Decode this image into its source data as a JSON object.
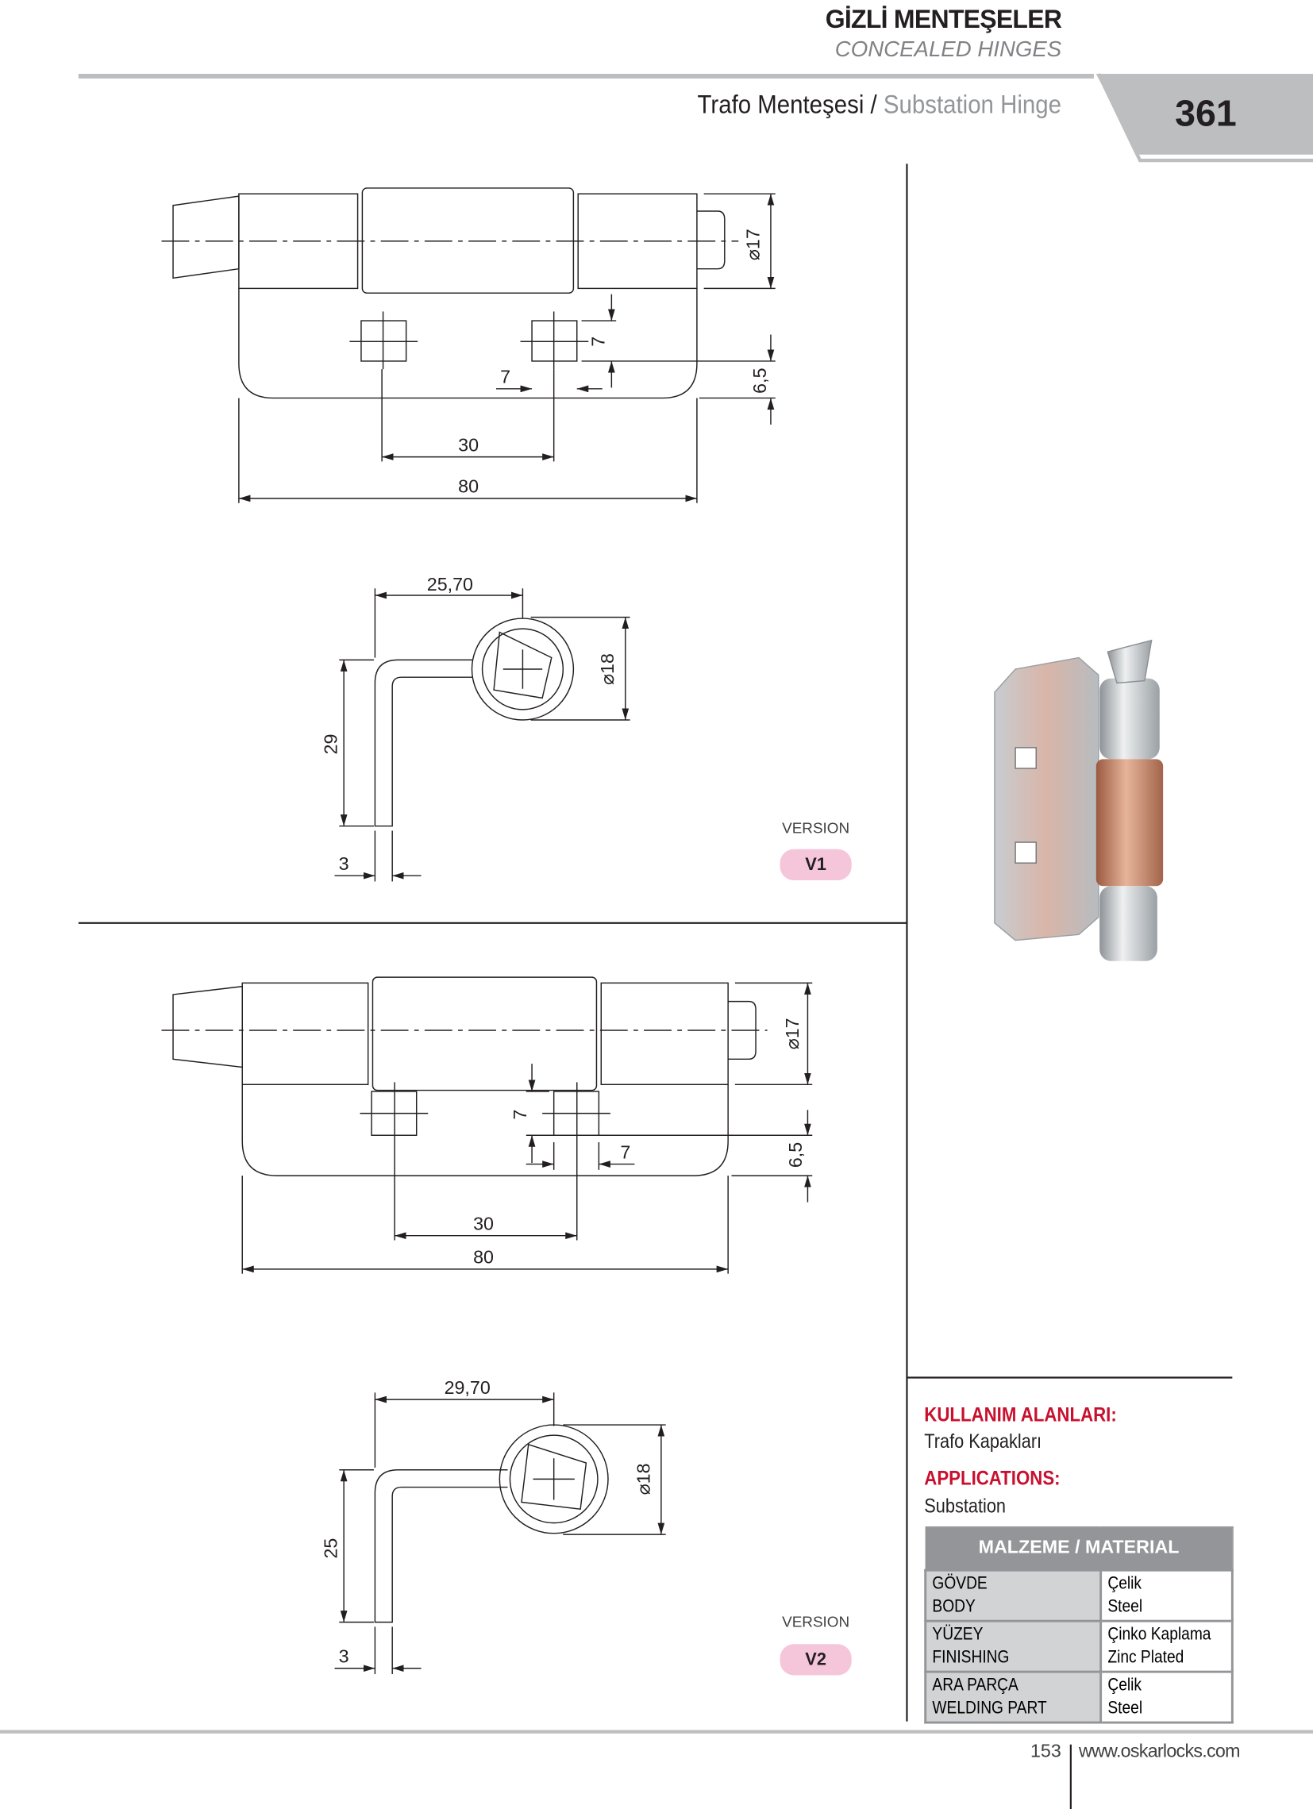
{
  "header": {
    "title": "GİZLİ MENTEŞELER",
    "subtitle": "CONCEALED HINGES",
    "product_tr": "Trafo Menteşesi /",
    "product_en": "Substation Hinge",
    "page_number": "361"
  },
  "version1": {
    "label": "VERSION",
    "badge": "V1",
    "dims": {
      "dia17": "⌀17",
      "hole": "7",
      "offset": "6,5",
      "hole_w": "7",
      "spacing": "30",
      "length": "80",
      "reach": "25,70",
      "dia18": "⌀18",
      "height": "29",
      "thickness": "3"
    }
  },
  "version2": {
    "label": "VERSION",
    "badge": "V2",
    "dims": {
      "dia17": "⌀17",
      "hole": "7",
      "offset": "6,5",
      "hole_w": "7",
      "spacing": "30",
      "length": "80",
      "reach": "29,70",
      "dia18": "⌀18",
      "height": "25",
      "thickness": "3"
    }
  },
  "applications": {
    "heading_tr": "KULLANIM ALANLARI:",
    "text_tr": "Trafo Kapakları",
    "heading_en": "APPLICATIONS:",
    "text_en": "Substation"
  },
  "material": {
    "title": "MALZEME / MATERIAL",
    "rows": [
      {
        "part_tr": "GÖVDE",
        "part_en": "BODY",
        "value_tr": "Çelik",
        "value_en": "Steel"
      },
      {
        "part_tr": "YÜZEY",
        "part_en": "FINISHING",
        "value_tr": "Çinko Kaplama",
        "value_en": "Zinc Plated"
      },
      {
        "part_tr": "ARA PARÇA",
        "part_en": "WELDING PART",
        "value_tr": "Çelik",
        "value_en": "Steel"
      }
    ]
  },
  "footer": {
    "page": "153",
    "url": "www.oskarlocks.com"
  },
  "colors": {
    "accent_red": "#c8102e",
    "gray": "#939598",
    "badge_pink": "#f5c6da",
    "copper": "#c87a5a"
  }
}
